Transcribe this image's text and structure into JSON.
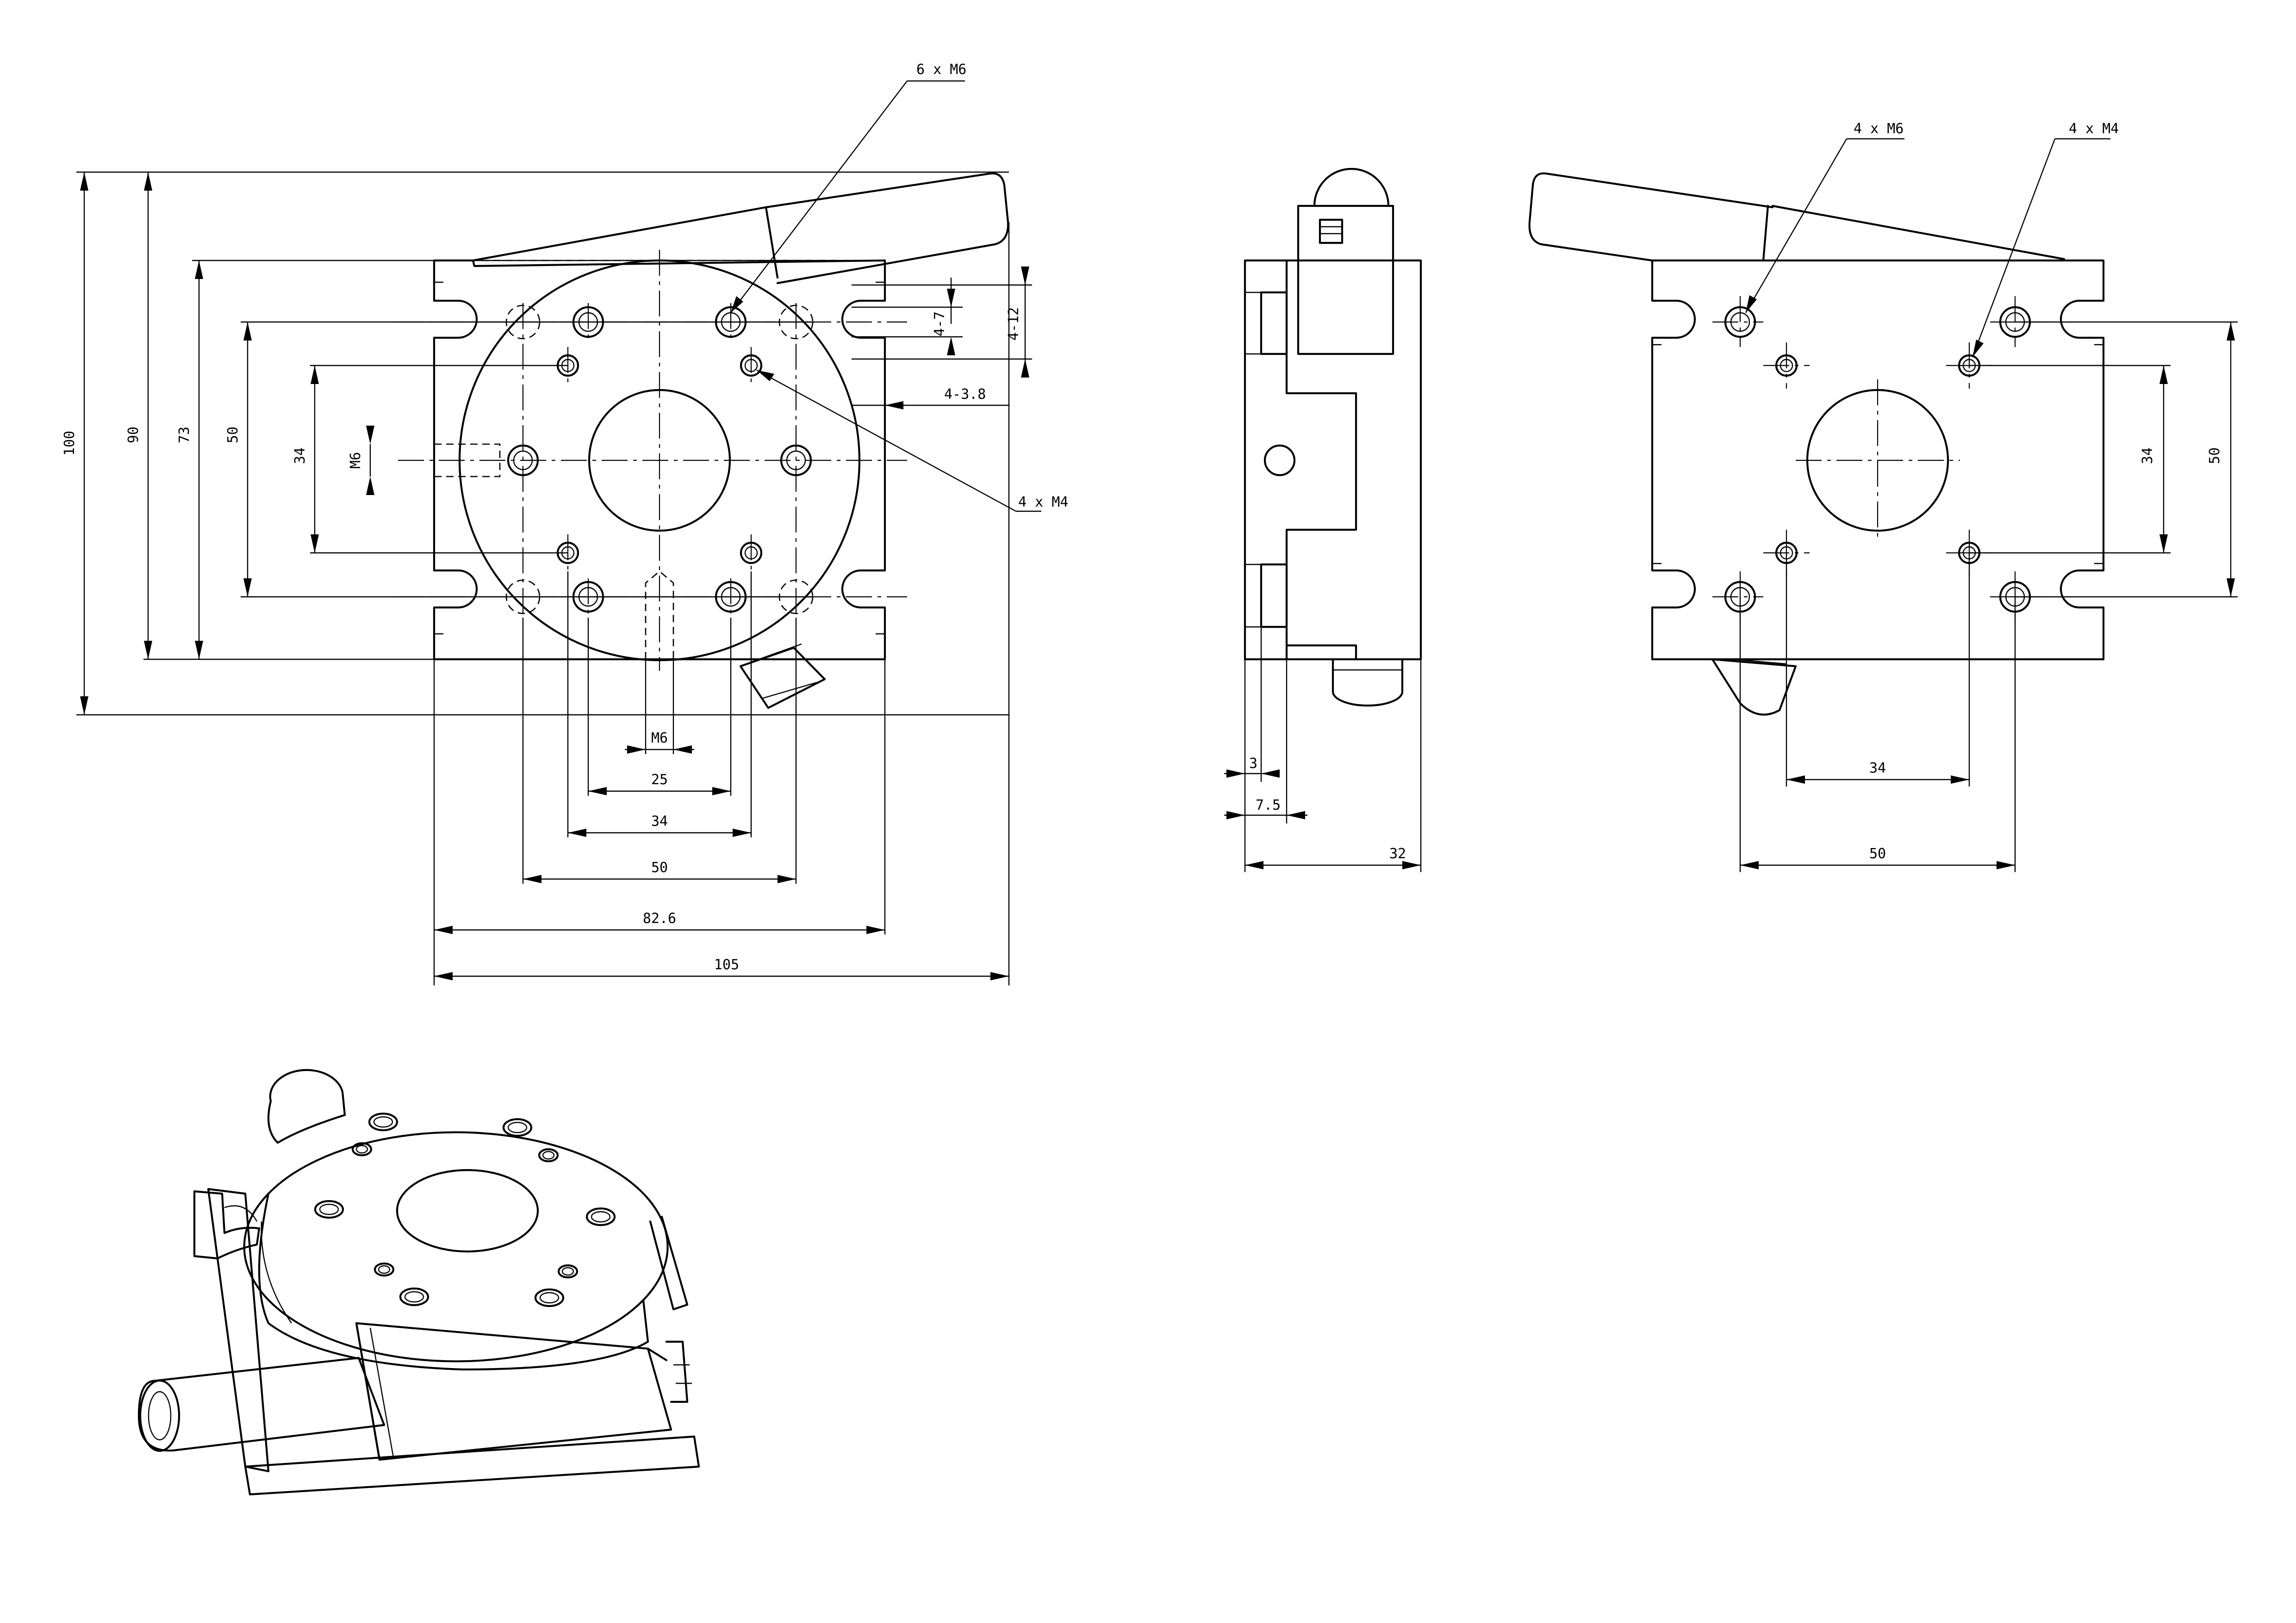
{
  "front_view": {
    "callouts": {
      "m6_top": "6 x M6",
      "m4_side": "4 x M4"
    },
    "dims": {
      "d100": "100",
      "d90": "90",
      "d73": "73",
      "d50v": "50",
      "d34v": "34",
      "dm6v": "M6",
      "d4_7": "4-7",
      "d4_12": "4-12",
      "d4_3_8": "4-3.8",
      "dm6h": "M6",
      "d25": "25",
      "d34h": "34",
      "d50h": "50",
      "d82_6": "82.6",
      "d105": "105"
    }
  },
  "side_view": {
    "dims": {
      "d3": "3",
      "d7_5": "7.5",
      "d32": "32"
    }
  },
  "back_view": {
    "callouts": {
      "m6": "4 x M6",
      "m4": "4 x M4"
    },
    "dims": {
      "d34v": "34",
      "d50v": "50",
      "d34h": "34",
      "d50h": "50"
    }
  }
}
